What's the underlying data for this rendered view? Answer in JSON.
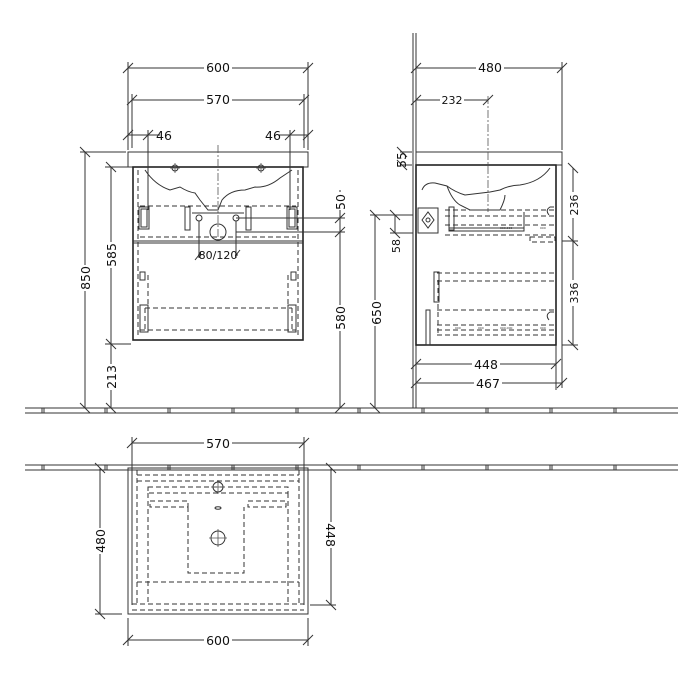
{
  "drawing": {
    "views": {
      "front": {
        "dims": {
          "overall_width": "600",
          "inner_width": "570",
          "left_offset": "46",
          "right_offset": "46",
          "total_height": "850",
          "cabinet_height": "585",
          "floor_clearance": "213",
          "drain_offset": "50",
          "drain_height": "580",
          "drain_diameter": "80/120"
        }
      },
      "side": {
        "dims": {
          "depth": "480",
          "tap_offset": "232",
          "basin_rim": "55",
          "upper_drawer": "236",
          "lower_drawer": "336",
          "bracket_spacing": "58",
          "mount_height": "650",
          "inner_depth": "448",
          "outer_depth": "467"
        }
      },
      "top": {
        "dims": {
          "inner_width": "570",
          "overall_width": "600",
          "overall_depth": "480",
          "inner_depth": "448"
        }
      }
    },
    "colors": {
      "line": "#333333",
      "background": "#ffffff"
    }
  }
}
